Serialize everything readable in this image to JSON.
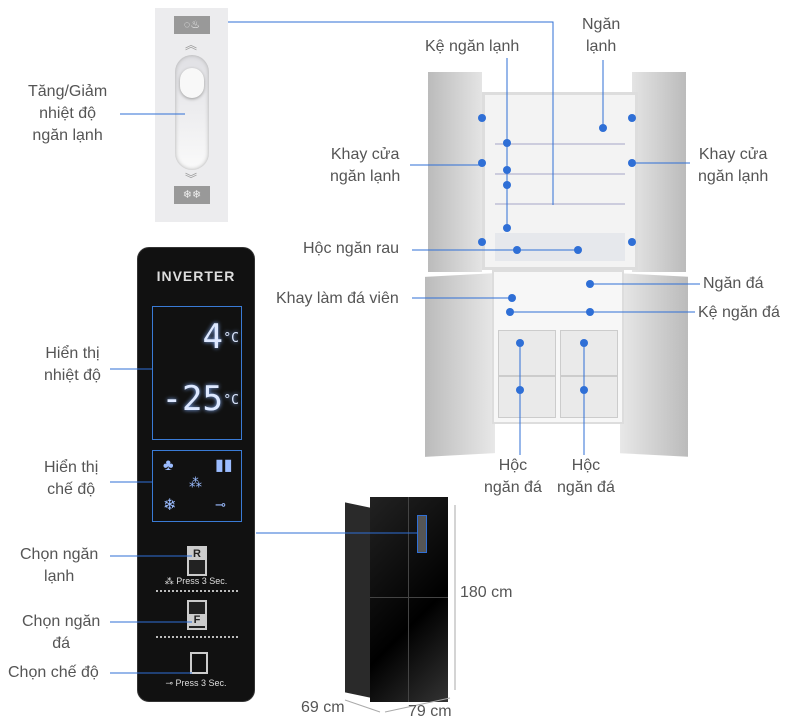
{
  "labels": {
    "slider": "Tăng/Giảm\nnhiệt độ\nngăn lạnh",
    "ke_ngan_lanh": "Kệ ngăn lạnh",
    "ngan_lanh": "Ngăn\nlạnh",
    "khay_cua_left": "Khay cửa\nngăn lạnh",
    "khay_cua_right": "Khay cửa\nngăn lạnh",
    "hoc_ngan_rau": "Hộc ngăn rau",
    "ngan_da": "Ngăn đá",
    "khay_lam_da": "Khay làm đá viên",
    "ke_ngan_da": "Kệ ngăn đá",
    "hoc_ngan_da_1": "Hộc\nngăn đá",
    "hoc_ngan_da_2": "Hộc\nngăn đá",
    "hien_thi_nhiet_do": "Hiển thị\nnhiệt độ",
    "hien_thi_che_do": "Hiển thị\nchế độ",
    "chon_ngan_lanh": "Chọn ngăn\nlạnh",
    "chon_ngan_da": "Chọn ngăn\nđá",
    "chon_che_do": "Chọn chế độ"
  },
  "panel": {
    "brand": "INVERTER",
    "fridge_temp": "4",
    "freezer_temp": "-25",
    "unit": "°C",
    "btn_r": "R",
    "btn_f": "F",
    "press1": "Press 3 Sec.",
    "press2": "Press 3 Sec."
  },
  "dimensions": {
    "height": "180 cm",
    "depth": "69 cm",
    "width": "79 cm"
  },
  "accent": "#2f6fd6"
}
